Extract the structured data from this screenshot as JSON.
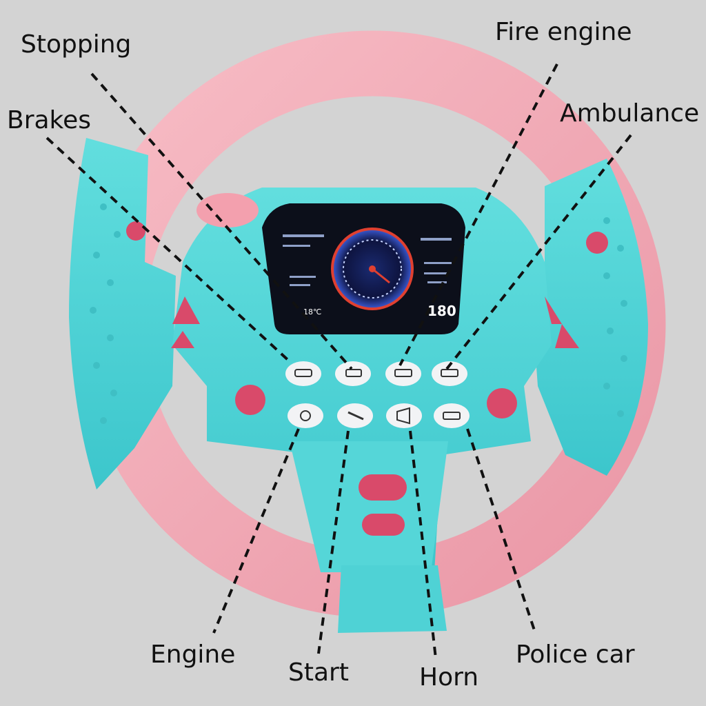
{
  "callouts": {
    "stopping": "Stopping",
    "brakes": "Brakes",
    "fire_engine": "Fire engine",
    "ambulance": "Ambulance",
    "engine": "Engine",
    "start": "Start",
    "horn": "Horn",
    "police_car": "Police car"
  },
  "dashboard_screen": {
    "speed_readout": "180",
    "temperature_readout": "18℃"
  },
  "colors": {
    "background": "#d3d3d3",
    "rim_pink": "#f2a9b4",
    "body_teal": "#4fd3d6",
    "accent_red": "#d94a6a",
    "screen_black": "#0c0f1a",
    "button_white": "#f2f3f5",
    "leader_line": "#111111"
  },
  "button_icons": [
    "car-icon",
    "bulldozer-icon",
    "fire-engine-icon",
    "ambulance-icon",
    "engine-icon",
    "key-icon",
    "horn-icon",
    "police-car-icon"
  ]
}
